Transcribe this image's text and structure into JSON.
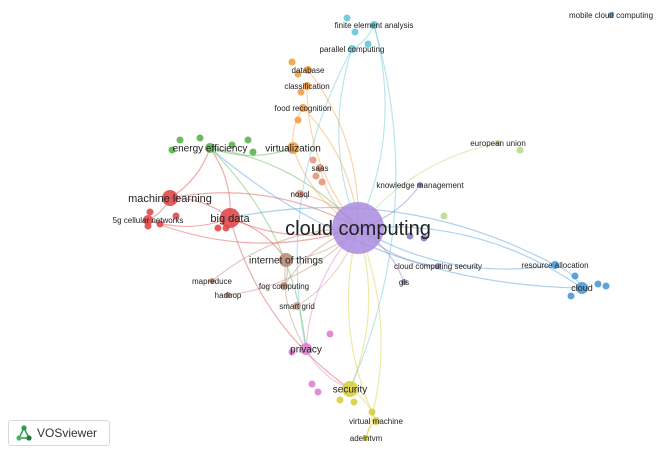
{
  "app": {
    "name": "VOSviewer"
  },
  "colors": {
    "purple": "#a98ce0",
    "red": "#e0494a",
    "green": "#5bb550",
    "orange": "#f2a144",
    "cyan": "#66c6d8",
    "blue": "#4c9ad6",
    "yellow": "#d7cf3e",
    "pink": "#df7fd0",
    "salmon": "#e29678",
    "lightgreen": "#b7dc8f",
    "brown": "#b88e79",
    "slate": "#8a7fc2",
    "tan": "#c9a18d"
  },
  "nodes": [
    {
      "id": "cloud-computing",
      "label": "cloud computing",
      "color": "purple",
      "weight": 10
    },
    {
      "id": "big-data",
      "label": "big data",
      "color": "red",
      "weight": 5
    },
    {
      "id": "machine-learning",
      "label": "machine learning",
      "color": "red",
      "weight": 4
    },
    {
      "id": "5g-cellular-networks",
      "label": "5g cellular networks",
      "color": "red",
      "weight": 2
    },
    {
      "id": "energy-efficiency",
      "label": "energy efficiency",
      "color": "green",
      "weight": 3
    },
    {
      "id": "virtualization",
      "label": "virtualization",
      "color": "orange",
      "weight": 3
    },
    {
      "id": "food-recognition",
      "label": "food recognition",
      "color": "orange",
      "weight": 2
    },
    {
      "id": "classification",
      "label": "classification",
      "color": "orange",
      "weight": 2
    },
    {
      "id": "database",
      "label": "database",
      "color": "orange",
      "weight": 2
    },
    {
      "id": "parallel-computing",
      "label": "parallel computing",
      "color": "cyan",
      "weight": 2
    },
    {
      "id": "finite-element-analysis",
      "label": "finite element analysis",
      "color": "cyan",
      "weight": 2
    },
    {
      "id": "mobile-cloud-computing",
      "label": "mobile cloud computing",
      "color": "blue",
      "weight": 1
    },
    {
      "id": "european-union",
      "label": "european union",
      "color": "lightgreen",
      "weight": 1
    },
    {
      "id": "knowledge-management",
      "label": "knowledge management",
      "color": "slate",
      "weight": 1
    },
    {
      "id": "saas",
      "label": "saas",
      "color": "salmon",
      "weight": 2
    },
    {
      "id": "nosql",
      "label": "nosql",
      "color": "salmon",
      "weight": 2
    },
    {
      "id": "internet-of-things",
      "label": "internet of things",
      "color": "brown",
      "weight": 4
    },
    {
      "id": "fog-computing",
      "label": "fog computing",
      "color": "brown",
      "weight": 2
    },
    {
      "id": "smart-grid",
      "label": "smart grid",
      "color": "tan",
      "weight": 2
    },
    {
      "id": "mapreduce",
      "label": "mapreduce",
      "color": "brown",
      "weight": 1
    },
    {
      "id": "hadoop",
      "label": "hadoop",
      "color": "brown",
      "weight": 1
    },
    {
      "id": "cloud-computing-security",
      "label": "cloud computing security",
      "color": "slate",
      "weight": 1
    },
    {
      "id": "gis",
      "label": "gis",
      "color": "slate",
      "weight": 1
    },
    {
      "id": "resource-allocation",
      "label": "resource allocation",
      "color": "blue",
      "weight": 2
    },
    {
      "id": "cloud",
      "label": "cloud",
      "color": "blue",
      "weight": 3
    },
    {
      "id": "privacy",
      "label": "privacy",
      "color": "pink",
      "weight": 3
    },
    {
      "id": "security",
      "label": "security",
      "color": "yellow",
      "weight": 4
    },
    {
      "id": "virtual-machine",
      "label": "virtual machine",
      "color": "yellow",
      "weight": 2
    },
    {
      "id": "adelntvm",
      "label": "adelntvm",
      "color": "yellow",
      "weight": 1
    }
  ],
  "links": [
    [
      "cloud-computing",
      "big-data"
    ],
    [
      "cloud-computing",
      "machine-learning"
    ],
    [
      "cloud-computing",
      "5g-cellular-networks"
    ],
    [
      "cloud-computing",
      "energy-efficiency"
    ],
    [
      "cloud-computing",
      "virtualization"
    ],
    [
      "cloud-computing",
      "food-recognition"
    ],
    [
      "cloud-computing",
      "classification"
    ],
    [
      "cloud-computing",
      "database"
    ],
    [
      "cloud-computing",
      "parallel-computing"
    ],
    [
      "cloud-computing",
      "finite-element-analysis"
    ],
    [
      "cloud-computing",
      "european-union"
    ],
    [
      "cloud-computing",
      "knowledge-management"
    ],
    [
      "cloud-computing",
      "saas"
    ],
    [
      "cloud-computing",
      "nosql"
    ],
    [
      "cloud-computing",
      "internet-of-things"
    ],
    [
      "cloud-computing",
      "fog-computing"
    ],
    [
      "cloud-computing",
      "smart-grid"
    ],
    [
      "cloud-computing",
      "mapreduce"
    ],
    [
      "cloud-computing",
      "hadoop"
    ],
    [
      "cloud-computing",
      "cloud-computing-security"
    ],
    [
      "cloud-computing",
      "gis"
    ],
    [
      "cloud-computing",
      "resource-allocation"
    ],
    [
      "cloud-computing",
      "cloud"
    ],
    [
      "cloud-computing",
      "privacy"
    ],
    [
      "cloud-computing",
      "security"
    ],
    [
      "cloud-computing",
      "virtual-machine"
    ],
    [
      "cloud-computing",
      "adelntvm"
    ],
    [
      "big-data",
      "machine-learning"
    ],
    [
      "big-data",
      "5g-cellular-networks"
    ],
    [
      "big-data",
      "energy-efficiency"
    ],
    [
      "big-data",
      "internet-of-things"
    ],
    [
      "machine-learning",
      "energy-efficiency"
    ],
    [
      "machine-learning",
      "5g-cellular-networks"
    ],
    [
      "energy-efficiency",
      "virtualization"
    ],
    [
      "virtualization",
      "food-recognition"
    ],
    [
      "privacy",
      "security"
    ],
    [
      "security",
      "virtual-machine"
    ],
    [
      "virtual-machine",
      "adelntvm"
    ],
    [
      "resource-allocation",
      "cloud"
    ],
    [
      "parallel-computing",
      "finite-element-analysis"
    ],
    [
      "finite-element-analysis",
      "security"
    ],
    [
      "parallel-computing",
      "privacy"
    ],
    [
      "cloud",
      "energy-efficiency"
    ],
    [
      "resource-allocation",
      "big-data"
    ],
    [
      "internet-of-things",
      "fog-computing"
    ],
    [
      "internet-of-things",
      "privacy"
    ],
    [
      "energy-efficiency",
      "privacy"
    ],
    [
      "big-data",
      "security"
    ]
  ]
}
